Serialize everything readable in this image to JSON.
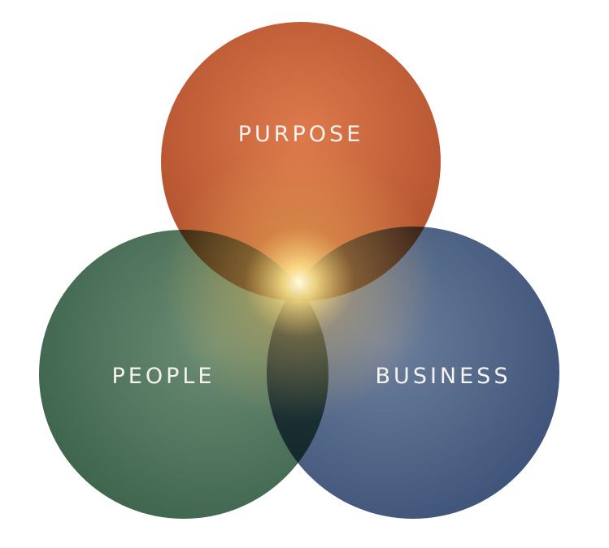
{
  "diagram": {
    "type": "venn",
    "sets": [
      {
        "id": "purpose",
        "label": "PURPOSE",
        "color": "#c8623a"
      },
      {
        "id": "people",
        "label": "PEOPLE",
        "color": "#4f7660"
      },
      {
        "id": "business",
        "label": "BUSINESS",
        "color": "#4e6488"
      }
    ],
    "center_glow_color": "#ffe9a0"
  }
}
